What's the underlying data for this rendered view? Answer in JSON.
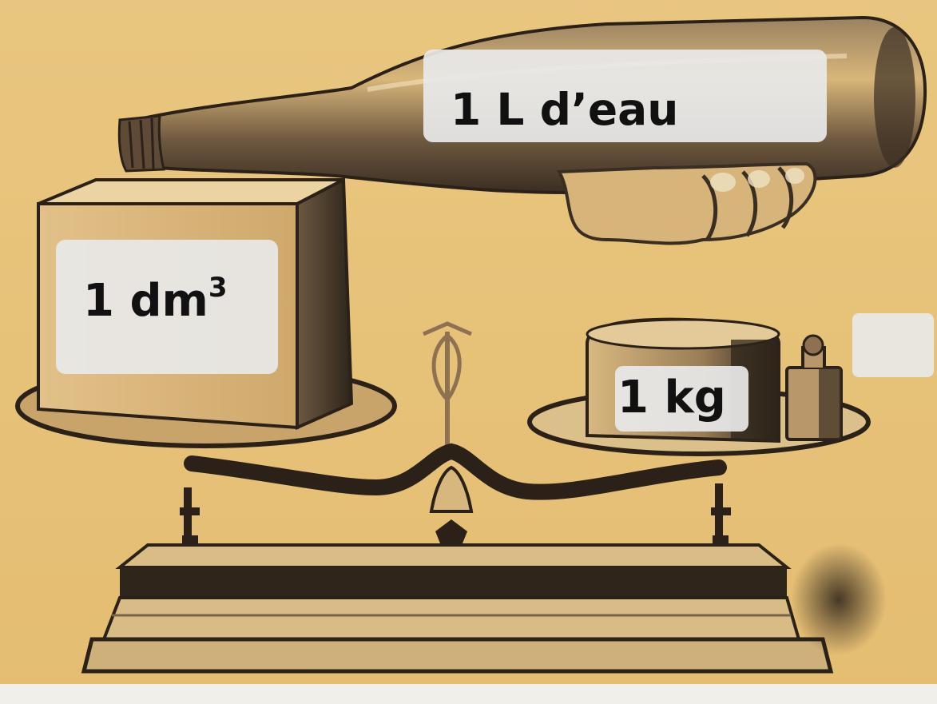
{
  "labels": {
    "water": "1 L d’eau",
    "volume_base": "1 dm",
    "volume_exponent": "3",
    "mass": "1 kg",
    "blank": ""
  },
  "colors": {
    "paper": "#e8c47d",
    "ink": "#2b2118",
    "label_box": "#e8e8e8",
    "label_text": "#111111"
  },
  "icons": [
    "bottle-icon",
    "hand-icon",
    "cube-icon",
    "balance-scale-icon",
    "weight-icon"
  ]
}
